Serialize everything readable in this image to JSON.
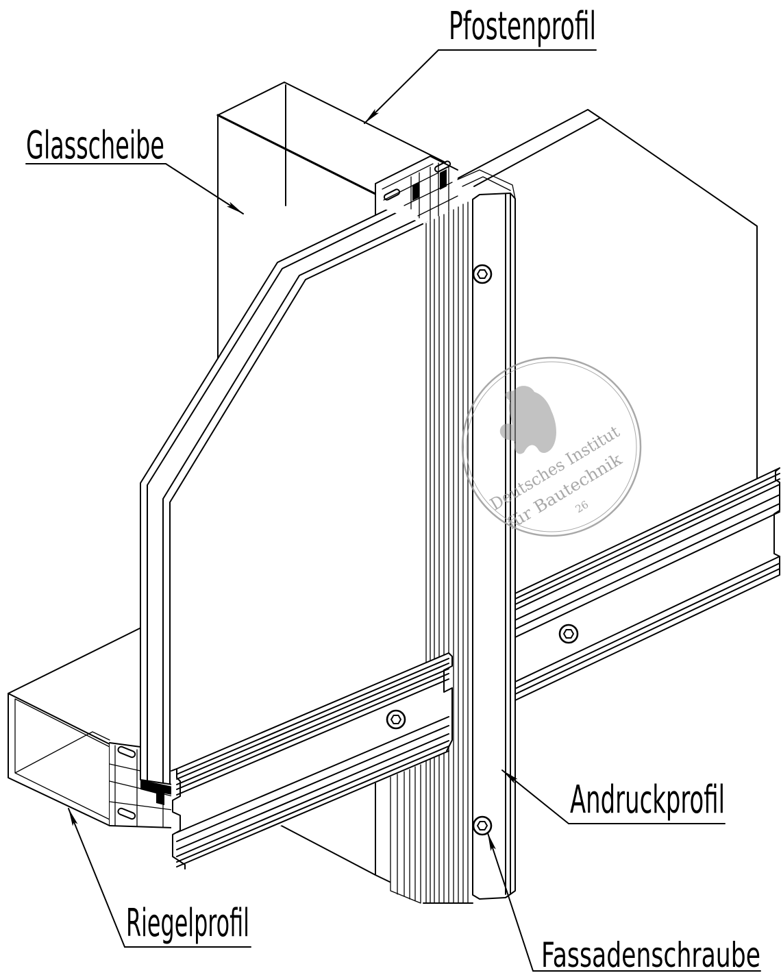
{
  "labels": {
    "pfostenprofil": "Pfostenprofil",
    "glasscheibe": "Glasscheibe",
    "andruckprofil": "Andruckprofil",
    "riegelprofil": "Riegelprofil",
    "fassadenschraube": "Fassadenschraube"
  },
  "stamp": {
    "line1": "Deutsches Institut",
    "line2": "für Bautechnik",
    "number": "26"
  },
  "colors": {
    "ink": "#000000",
    "stamp": "#9a9a9a",
    "background": "#ffffff"
  }
}
